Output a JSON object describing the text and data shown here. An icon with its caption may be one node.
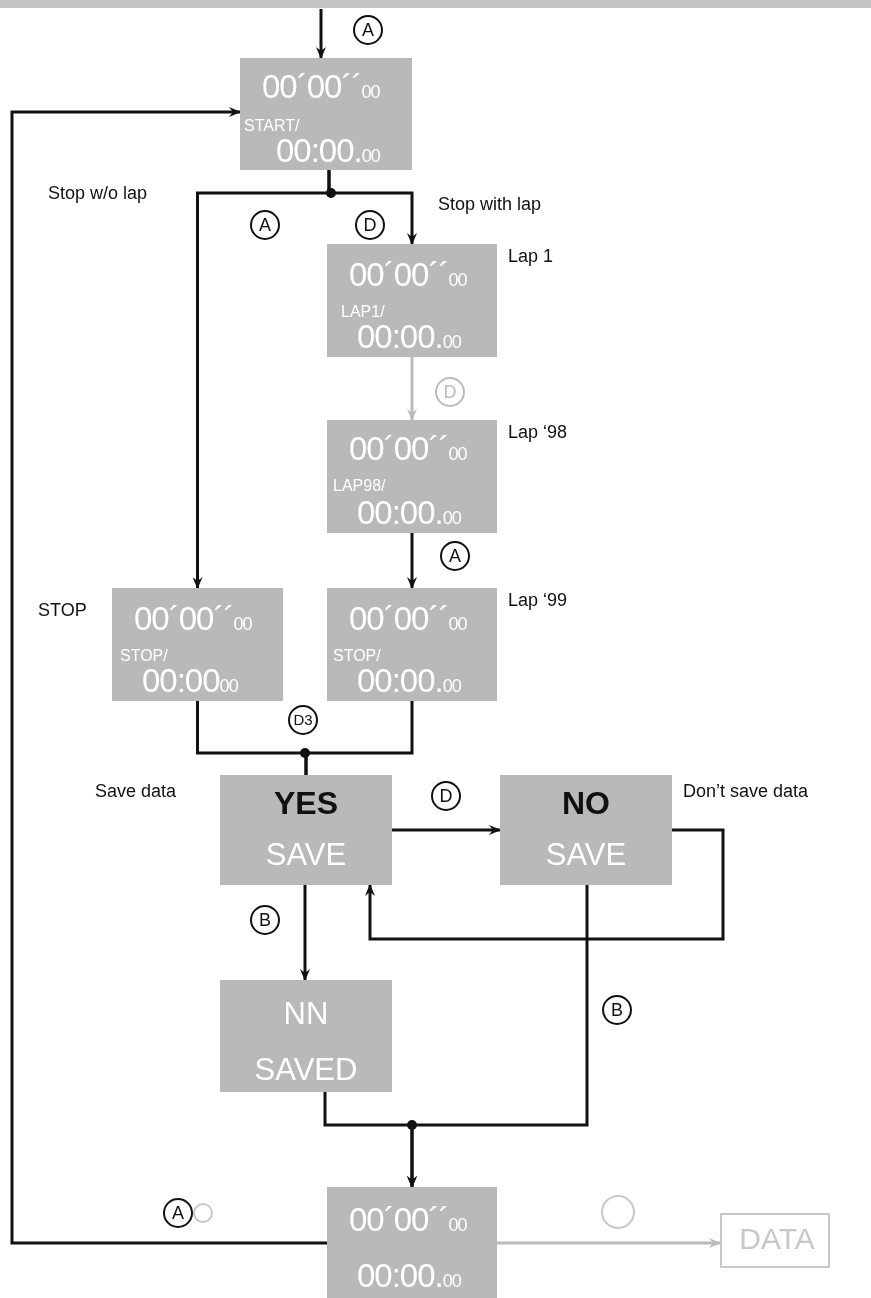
{
  "diagram": {
    "nodes": [
      {
        "text": [
          "00´00´´$_{00}$",
          "START/",
          "00:00.$_{00}$"
        ]
      },
      {
        "text": [
          "00´00´´$_{00}$",
          "LAP1/",
          "00:00.$_{00}$"
        ],
        "beside": [
          "Lap 1"
        ]
      },
      {
        "text": [
          "00´00´´$_{00}$",
          "LAP98/",
          "00:00.$_{00}$"
        ],
        "beside": [
          "Lap ‘98"
        ]
      },
      {
        "text": [
          "00´00´´$_{00}$",
          "STOP/",
          "00:00$_{00}$"
        ],
        "beside": [
          "STOP"
        ]
      },
      {
        "text": [
          "00´00´´$_{00}$",
          "STOP/",
          "00:00.$_{00}$"
        ],
        "beside": [
          "Lap ‘99"
        ]
      },
      {
        "text": [
          "YES",
          "SAVE"
        ],
        "beside": [
          "Save data"
        ]
      },
      {
        "text": [
          "NO",
          "SAVE"
        ],
        "beside": [
          "Don’t save data"
        ]
      },
      {
        "text": [
          "NN",
          "SAVED"
        ]
      },
      {
        "text": [
          "00´00´´$_{00}$",
          "00:00.$_{00}$"
        ]
      },
      {
        "text": [
          "DATA"
        ]
      }
    ],
    "edges": [
      {
        "from": null,
        "to": 0,
        "arrow": "to"
      },
      {
        "from": 0,
        "to": 3,
        "arrow": "to",
        "label": "Stop w/o lap"
      },
      {
        "from": 0,
        "to": 1,
        "arrow": "to",
        "label": "Stop with lap"
      },
      {
        "from": 1,
        "to": 2,
        "arrow": "to",
        "color": "#bbbbbb"
      },
      {
        "from": 2,
        "to": 4,
        "arrow": "to"
      },
      {
        "from": 3,
        "to": 5,
        "arrow": "none"
      },
      {
        "from": 4,
        "to": 5,
        "arrow": "none"
      },
      {
        "from": 5,
        "to": 6,
        "arrow": "to"
      },
      {
        "from": 6,
        "to": 5,
        "arrow": "to"
      },
      {
        "from": 5,
        "to": 7,
        "arrow": "to"
      },
      {
        "from": 7,
        "to": 8,
        "arrow": "to"
      },
      {
        "from": 6,
        "to": 8,
        "arrow": "to"
      },
      {
        "from": 8,
        "to": 0,
        "arrow": "to"
      },
      {
        "from": 8,
        "to": 9,
        "arrow": "to",
        "color": "#bbbbbb"
      }
    ],
    "labels": [
      "A",
      "A",
      "D",
      "D",
      "A",
      "D3",
      "D",
      "B",
      "B",
      "A"
    ]
  }
}
